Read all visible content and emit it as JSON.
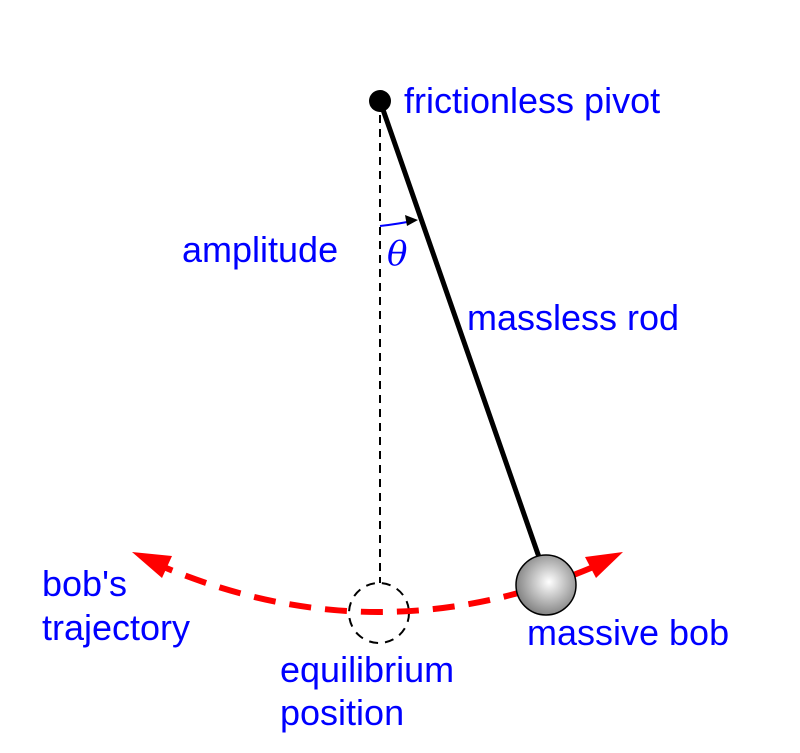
{
  "labels": {
    "pivot": "frictionless pivot",
    "amplitude": "amplitude",
    "theta": "θ",
    "rod": "massless rod",
    "trajectory_line1": "bob's",
    "trajectory_line2": "trajectory",
    "equilibrium_line1": "equilibrium",
    "equilibrium_line2": "position",
    "bob": "massive bob"
  },
  "colors": {
    "label": "#0000ff",
    "trajectory": "#ff0000",
    "rod": "#000000"
  }
}
